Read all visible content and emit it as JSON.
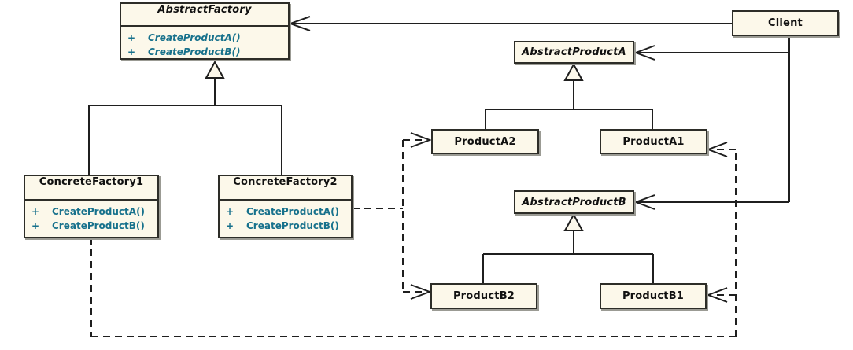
{
  "diagram": {
    "type": "uml-class-diagram",
    "pattern": "Abstract Factory",
    "colors": {
      "box_fill": "#fcf8ea",
      "box_border": "#2d2d28",
      "title_text": "#111111",
      "method_text": "#17718c",
      "line": "#1f1f1f",
      "shadow": "#9b9b94"
    },
    "classes": {
      "abstract_factory": {
        "name": "AbstractFactory",
        "abstract": true,
        "methods": [
          {
            "vis": "+",
            "sig": "CreateProductA()"
          },
          {
            "vis": "+",
            "sig": "CreateProductB()"
          }
        ]
      },
      "client": {
        "name": "Client",
        "abstract": false,
        "methods": []
      },
      "abstract_product_a": {
        "name": "AbstractProductA",
        "abstract": true,
        "methods": []
      },
      "product_a2": {
        "name": "ProductA2",
        "abstract": false,
        "methods": []
      },
      "product_a1": {
        "name": "ProductA1",
        "abstract": false,
        "methods": []
      },
      "abstract_product_b": {
        "name": "AbstractProductB",
        "abstract": true,
        "methods": []
      },
      "product_b2": {
        "name": "ProductB2",
        "abstract": false,
        "methods": []
      },
      "product_b1": {
        "name": "ProductB1",
        "abstract": false,
        "methods": []
      },
      "concrete_factory1": {
        "name": "ConcreteFactory1",
        "abstract": false,
        "methods": [
          {
            "vis": "+",
            "sig": "CreateProductA()"
          },
          {
            "vis": "+",
            "sig": "CreateProductB()"
          }
        ]
      },
      "concrete_factory2": {
        "name": "ConcreteFactory2",
        "abstract": false,
        "methods": [
          {
            "vis": "+",
            "sig": "CreateProductA()"
          },
          {
            "vis": "+",
            "sig": "CreateProductB()"
          }
        ]
      }
    },
    "relationships": [
      {
        "from": "Client",
        "to": "AbstractFactory",
        "type": "association",
        "line": "solid",
        "arrow": "open"
      },
      {
        "from": "Client",
        "to": "AbstractProductA",
        "type": "association",
        "line": "solid",
        "arrow": "open"
      },
      {
        "from": "Client",
        "to": "AbstractProductB",
        "type": "association",
        "line": "solid",
        "arrow": "open"
      },
      {
        "from": "ConcreteFactory1",
        "to": "AbstractFactory",
        "type": "generalization",
        "line": "solid",
        "arrow": "hollow-triangle"
      },
      {
        "from": "ConcreteFactory2",
        "to": "AbstractFactory",
        "type": "generalization",
        "line": "solid",
        "arrow": "hollow-triangle"
      },
      {
        "from": "ProductA2",
        "to": "AbstractProductA",
        "type": "generalization",
        "line": "solid",
        "arrow": "hollow-triangle"
      },
      {
        "from": "ProductA1",
        "to": "AbstractProductA",
        "type": "generalization",
        "line": "solid",
        "arrow": "hollow-triangle"
      },
      {
        "from": "ProductB2",
        "to": "AbstractProductB",
        "type": "generalization",
        "line": "solid",
        "arrow": "hollow-triangle"
      },
      {
        "from": "ProductB1",
        "to": "AbstractProductB",
        "type": "generalization",
        "line": "solid",
        "arrow": "hollow-triangle"
      },
      {
        "from": "ConcreteFactory2",
        "to": "ProductA2",
        "type": "dependency",
        "line": "dashed",
        "arrow": "open"
      },
      {
        "from": "ConcreteFactory2",
        "to": "ProductB2",
        "type": "dependency",
        "line": "dashed",
        "arrow": "open"
      },
      {
        "from": "ConcreteFactory1",
        "to": "ProductA1",
        "type": "dependency",
        "line": "dashed",
        "arrow": "open"
      },
      {
        "from": "ConcreteFactory1",
        "to": "ProductB1",
        "type": "dependency",
        "line": "dashed",
        "arrow": "open"
      }
    ]
  }
}
